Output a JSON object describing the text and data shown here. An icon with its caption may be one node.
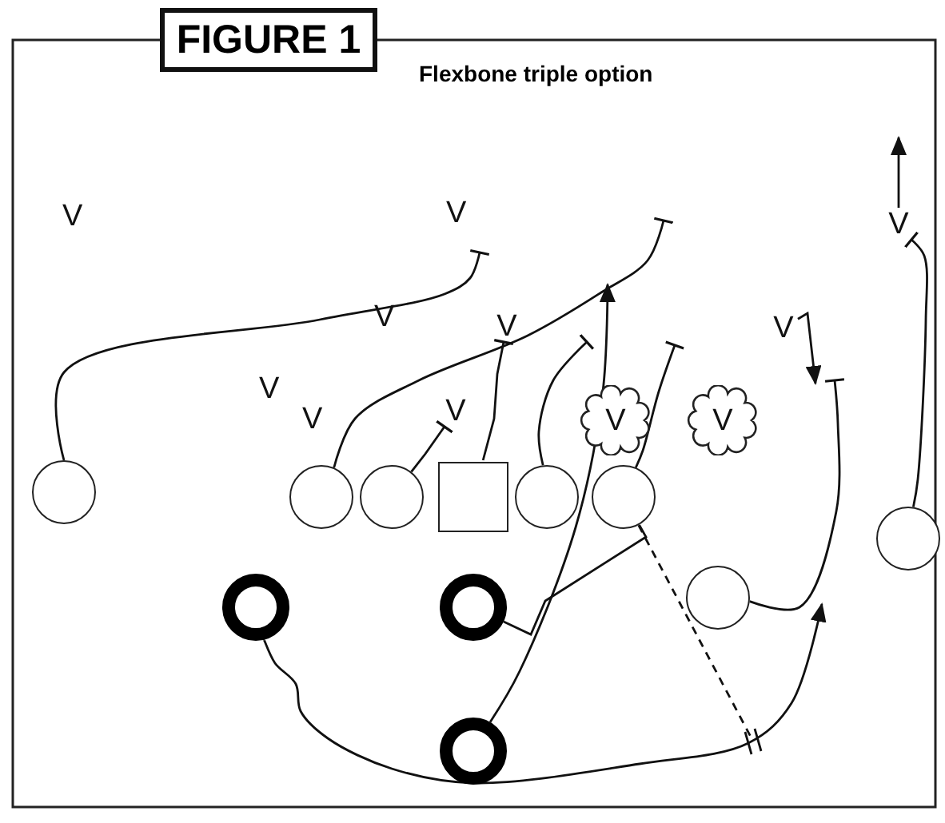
{
  "diagram": {
    "title": "Flexbone triple option",
    "nodes": [
      {
        "text": [
          "V"
        ]
      },
      {
        "text": [
          "V"
        ]
      },
      {
        "text": [
          "V"
        ]
      },
      {
        "text": [
          "V"
        ]
      },
      {
        "text": [],
        "shape": "circle"
      },
      {
        "text": [],
        "shape": "circle"
      },
      {
        "text": [],
        "shape": "circle"
      },
      {
        "text": [],
        "shape": "box"
      },
      {
        "text": [],
        "shape": "circle"
      },
      {
        "text": [],
        "shape": "circle"
      },
      {
        "text": [],
        "shape": "circle"
      },
      {
        "text": [],
        "shape": "circle"
      },
      {
        "text": [],
        "shape": "ring"
      },
      {
        "text": [],
        "shape": "ring"
      },
      {
        "text": [],
        "shape": "ring"
      },
      {
        "text": [
          "V"
        ]
      },
      {
        "text": [
          "V"
        ]
      }
    ],
    "edges": [
      {
        "from": 4,
        "to": null,
        "arrow": "other"
      },
      {
        "from": 5,
        "to": null,
        "arrow": "other"
      },
      {
        "from": 6,
        "to": 15,
        "arrow": "other"
      },
      {
        "from": 7,
        "to": 16,
        "arrow": "other"
      },
      {
        "from": 8,
        "to": null,
        "arrow": "other"
      },
      {
        "from": 9,
        "to": null,
        "arrow": "other"
      },
      {
        "from": 14,
        "to": null,
        "arrow": "to"
      },
      {
        "from": 13,
        "to": 9,
        "arrow": "none"
      },
      {
        "from": 9,
        "to": null,
        "arrow": "none",
        "style": "dashed"
      },
      {
        "from": 12,
        "to": null,
        "arrow": "to"
      },
      {
        "from": 11,
        "to": null,
        "arrow": "other"
      },
      {
        "from": 10,
        "to": 0,
        "arrow": "other"
      },
      {
        "from": 0,
        "to": null,
        "arrow": "to"
      },
      {
        "from": 1,
        "to": null,
        "arrow": "to"
      }
    ],
    "labels": [
      "FIGURE 1",
      "V",
      "V",
      "V",
      "V",
      "V"
    ]
  }
}
